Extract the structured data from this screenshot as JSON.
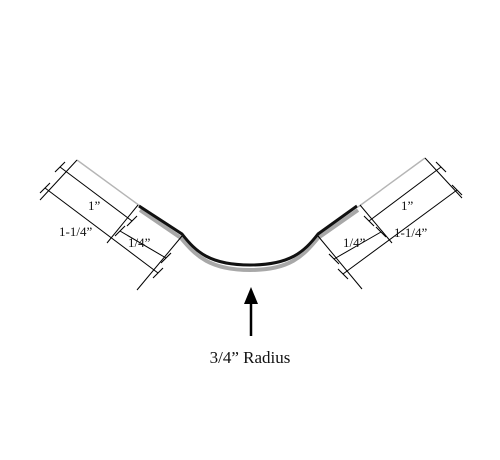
{
  "labels": {
    "left_one": "1”",
    "left_one_quarter": "1-1/4”",
    "left_quarter": "1/4”",
    "right_one": "1”",
    "right_one_quarter": "1-1/4”",
    "right_quarter": "1/4”"
  },
  "caption": "3/4” Radius",
  "colors": {
    "profile_dark": "#111111",
    "profile_light": "#a8a8a8"
  }
}
